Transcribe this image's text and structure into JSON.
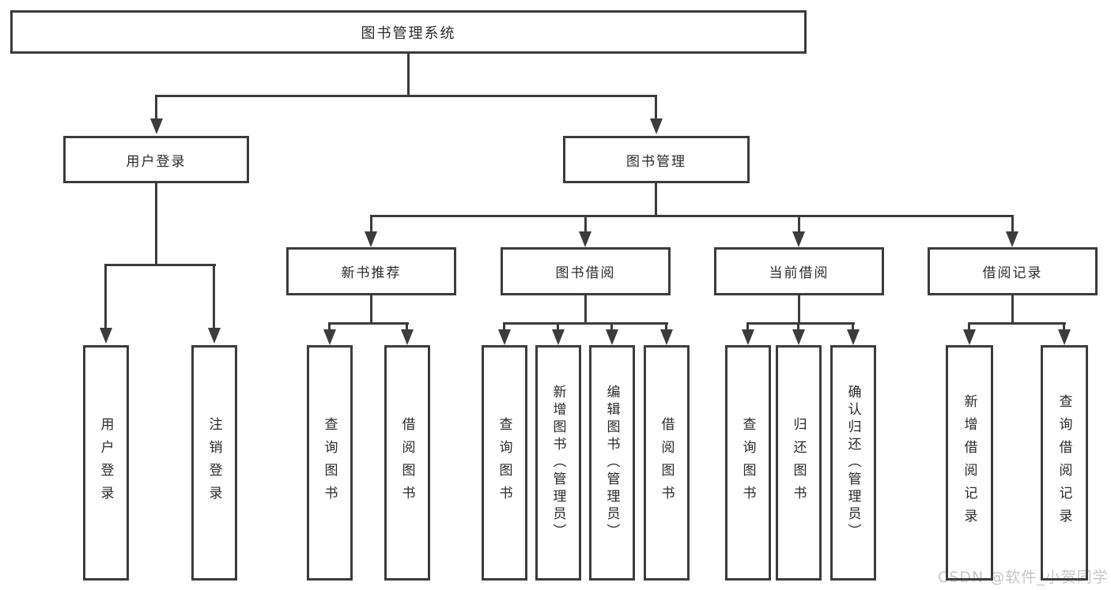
{
  "diagram": {
    "type": "hierarchy-tree",
    "root": {
      "label": "图书管理系统"
    },
    "branches": [
      {
        "label": "用户登录",
        "children": [
          {
            "label": "用户登录"
          },
          {
            "label": "注销登录"
          }
        ]
      },
      {
        "label": "图书管理",
        "children": [
          {
            "label": "新书推荐",
            "children": [
              {
                "label": "查询图书"
              },
              {
                "label": "借阅图书"
              }
            ]
          },
          {
            "label": "图书借阅",
            "children": [
              {
                "label": "查询图书"
              },
              {
                "label": "新增图书（管理员）"
              },
              {
                "label": "编辑图书（管理员）"
              },
              {
                "label": "借阅图书"
              }
            ]
          },
          {
            "label": "当前借阅",
            "children": [
              {
                "label": "查询图书"
              },
              {
                "label": "归还图书"
              },
              {
                "label": "确认归还（管理员）"
              }
            ]
          },
          {
            "label": "借阅记录",
            "children": [
              {
                "label": "新增借阅记录"
              },
              {
                "label": "查询借阅记录"
              }
            ]
          }
        ]
      }
    ]
  },
  "watermark": {
    "text": "CSDN @软件_小贺同学"
  },
  "colors": {
    "line": "#3c3c3c",
    "text": "#2b2b2b",
    "background": "#ffffff",
    "watermark": "#c6c6c6"
  }
}
